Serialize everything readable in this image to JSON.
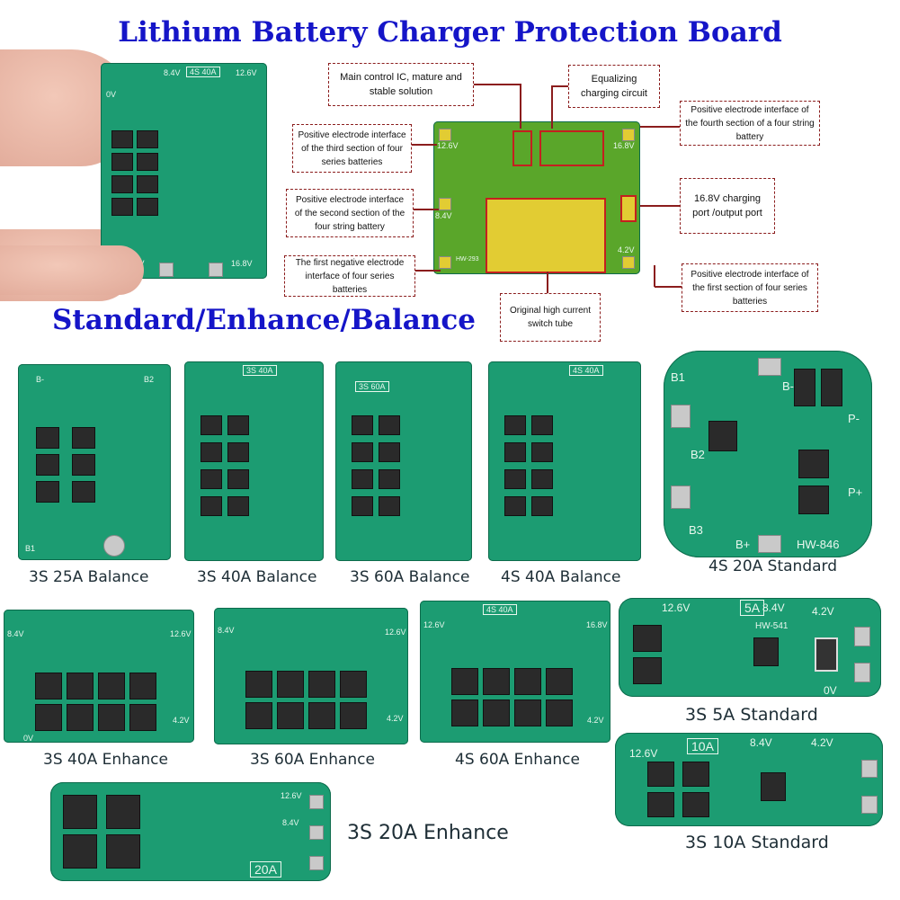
{
  "title": "Lithium Battery Charger Protection Board",
  "subtitle": "Standard/Enhance/Balance",
  "callouts": {
    "main_ic": "Main control IC, mature and stable solution",
    "equalizing": "Equalizing charging circuit",
    "third_section": "Positive electrode interface of the third section of four series batteries",
    "second_section": "Positive electrode interface of the second section of the four string battery",
    "first_negative": "The first negative electrode interface of four series batteries",
    "fourth_section": "Positive electrode interface of the fourth section of a four string battery",
    "charging_port": "16.8V charging port /output port",
    "first_section": "Positive electrode interface of the first section of four series batteries",
    "switch_tube": "Original high current switch tube"
  },
  "board_marks": {
    "v126": "12.6V",
    "v168": "16.8V",
    "v84": "8.4V",
    "v42": "4.2V",
    "v0": "0V",
    "s4_40a": "4S 40A",
    "s3_40a": "3S 40A",
    "s3_60a": "3S 60A",
    "s4_40a_b": "4S 40A",
    "a5": "5A",
    "a10": "10A",
    "a20": "20A",
    "hw293": "HW-293",
    "hw846": "HW-846",
    "hw541": "HW-541",
    "b1": "B1",
    "b2": "B2",
    "b3": "B3",
    "bminus": "B-",
    "bplus": "B+",
    "pminus": "P-",
    "pplus": "P+"
  },
  "products": [
    {
      "label": "3S 25A Balance"
    },
    {
      "label": "3S 40A Balance"
    },
    {
      "label": "3S 60A Balance"
    },
    {
      "label": "4S 40A Balance"
    },
    {
      "label": "4S 20A Standard"
    },
    {
      "label": "3S 40A Enhance"
    },
    {
      "label": "3S 60A Enhance"
    },
    {
      "label": "4S 60A Enhance"
    },
    {
      "label": "3S 5A Standard"
    },
    {
      "label": "3S 10A Standard"
    },
    {
      "label": "3S 20A Enhance"
    }
  ],
  "colors": {
    "title": "#1515c8",
    "pcb": "#1c9c72",
    "callout_border": "#8b1d1d"
  }
}
